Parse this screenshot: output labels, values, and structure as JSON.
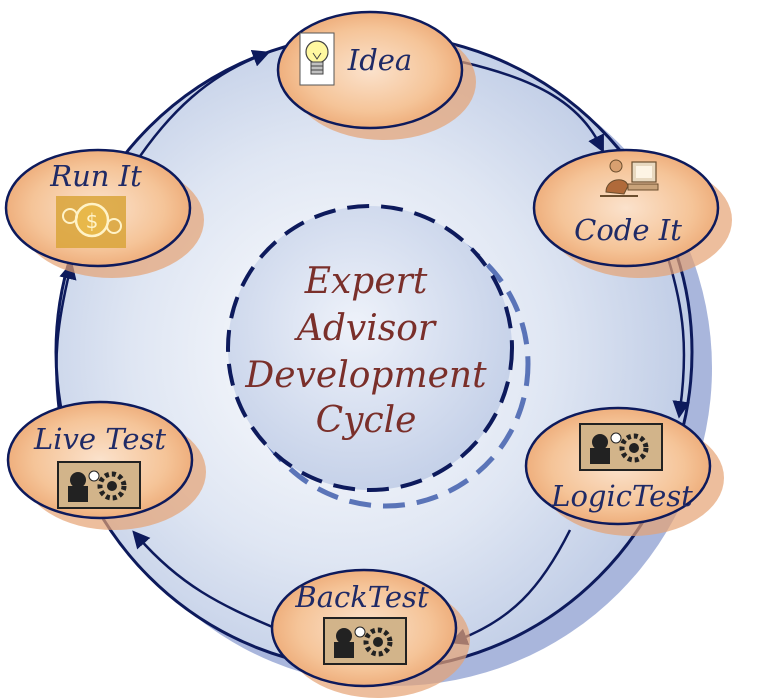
{
  "center": {
    "lines": [
      "Expert",
      "Advisor",
      "Development",
      "Cycle"
    ]
  },
  "nodes": [
    {
      "label": "Idea",
      "icon": "lightbulb-icon"
    },
    {
      "label": "Code It",
      "icon": "programmer-at-computer-icon"
    },
    {
      "label": "LogicTest",
      "icon": "testing-gears-icon"
    },
    {
      "label": "BackTest",
      "icon": "testing-gears-icon"
    },
    {
      "label": "Live Test",
      "icon": "testing-gears-icon"
    },
    {
      "label": "Run It",
      "icon": "dollar-coins-icon"
    }
  ],
  "colors": {
    "ring_fill": "#d7e0f0",
    "ring_stroke": "#0d1a5c",
    "node_fill": "#f3b887",
    "node_stroke": "#0d1a5c",
    "center_text": "#7a2f2a",
    "node_text": "#1f2a66"
  }
}
